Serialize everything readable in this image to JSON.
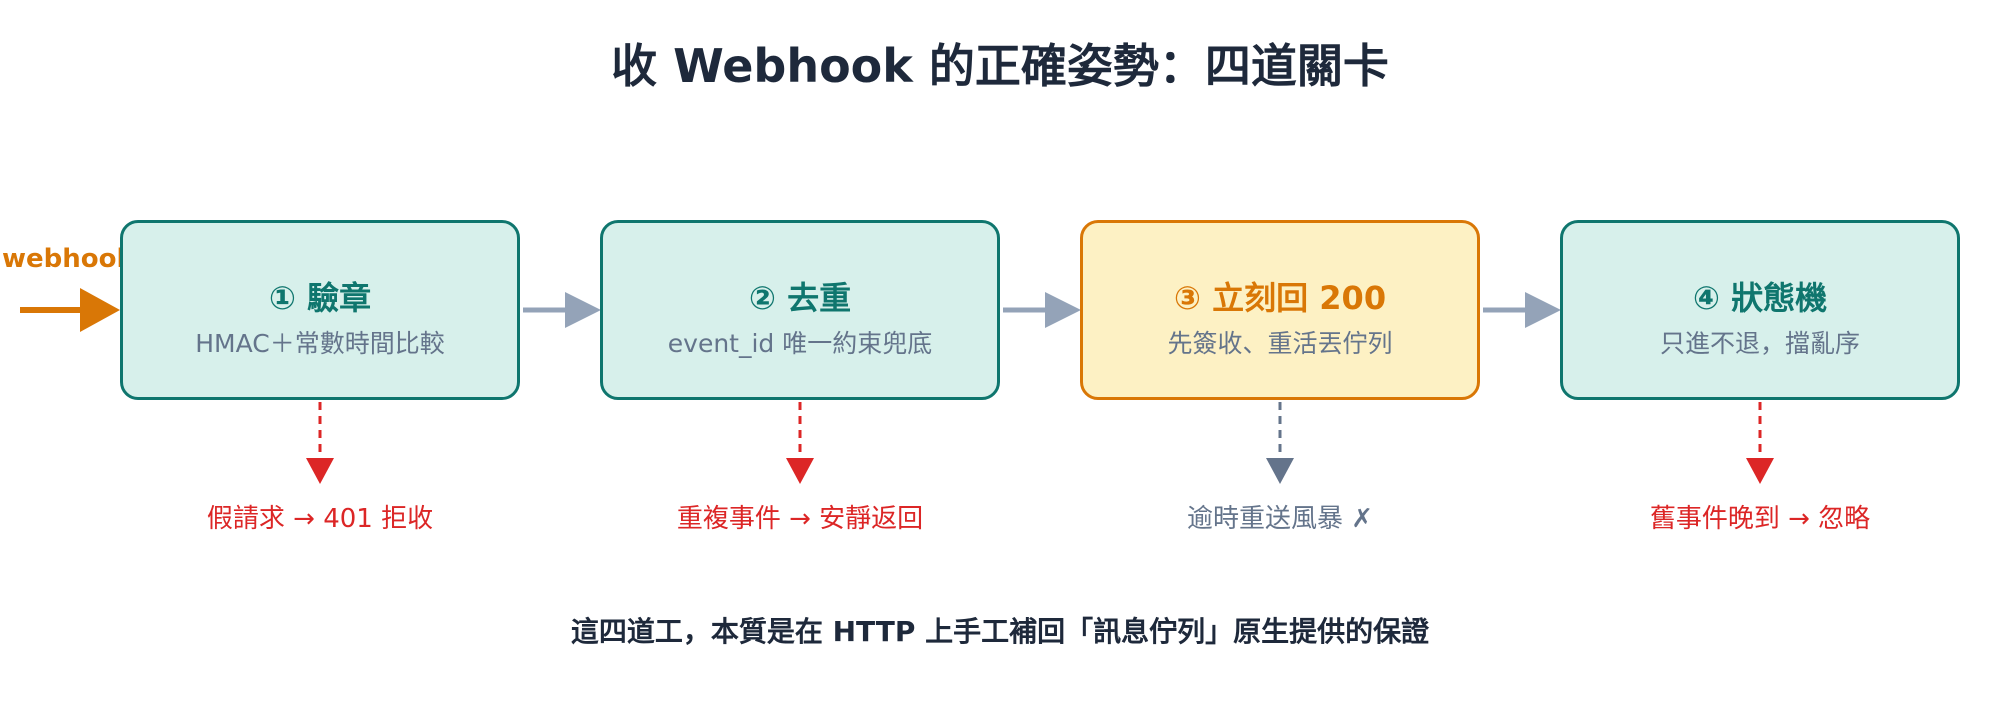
{
  "title": "收 Webhook 的正確姿勢：四道關卡",
  "entry_label": "webhook",
  "stages": [
    {
      "title": "① 驗章",
      "subtitle": "HMAC＋常數時間比較",
      "outcome": "假請求 → 401 拒收"
    },
    {
      "title": "② 去重",
      "subtitle": "event_id 唯一約束兜底",
      "outcome": "重複事件 → 安靜返回"
    },
    {
      "title": "③ 立刻回 200",
      "subtitle": "先簽收、重活丟佇列",
      "outcome": "逾時重送風暴 ✗"
    },
    {
      "title": "④ 狀態機",
      "subtitle": "只進不退，擋亂序",
      "outcome": "舊事件晚到 → 忽略"
    }
  ],
  "footer": "這四道工，本質是在 HTTP 上手工補回「訊息佇列」原生提供的保證",
  "colors": {
    "teal": "#0f766e",
    "teal_fill": "#d7f0eb",
    "amber": "#d97706",
    "amber_fill": "#fdf1c4",
    "red": "#dc2626",
    "slate": "#64748b",
    "arrow_gray": "#94a3b8",
    "text_dark": "#1e293b"
  }
}
